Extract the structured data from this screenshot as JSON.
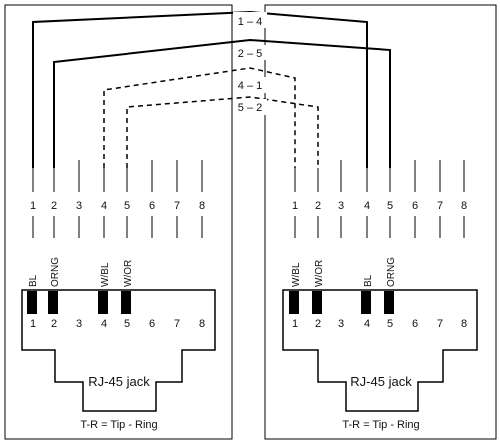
{
  "pairs": [
    {
      "label": "1 – 4",
      "style": "solid"
    },
    {
      "label": "2 – 5",
      "style": "solid"
    },
    {
      "label": "4 – 1",
      "style": "dashed"
    },
    {
      "label": "5 – 2",
      "style": "dashed"
    }
  ],
  "panels": [
    {
      "pin_numbers": [
        "1",
        "2",
        "3",
        "4",
        "5",
        "6",
        "7",
        "8"
      ],
      "color_labels": [
        "BL",
        "ORNG",
        "W/BL",
        "W/OR"
      ],
      "jack_label": "RJ-45 jack",
      "legend": "T-R = Tip - Ring"
    },
    {
      "pin_numbers": [
        "1",
        "2",
        "3",
        "4",
        "5",
        "6",
        "7",
        "8"
      ],
      "color_labels": [
        "W/BL",
        "W/OR",
        "BL",
        "ORNG"
      ],
      "jack_label": "RJ-45 jack",
      "legend": "T-R = Tip - Ring"
    }
  ],
  "colors": {
    "line": "#000000",
    "background": "#ffffff"
  }
}
